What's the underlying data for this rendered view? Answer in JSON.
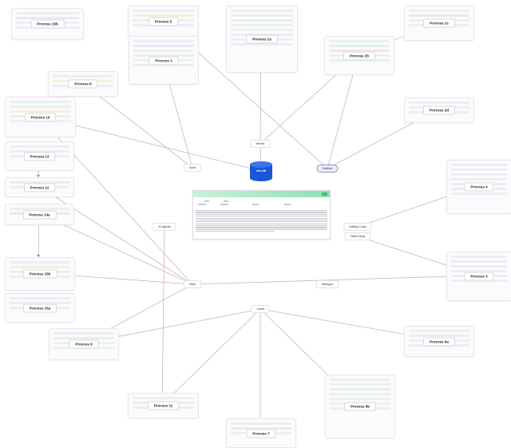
{
  "diagram": {
    "central_db_label": "env.db",
    "nodes": [
      {
        "id": "p15b",
        "label": "Process 15b"
      },
      {
        "id": "p5",
        "label": "Process 5"
      },
      {
        "id": "p1",
        "label": "Process 1"
      },
      {
        "id": "p2a",
        "label": "Process 2a"
      },
      {
        "id": "p2c",
        "label": "Process 2c"
      },
      {
        "id": "p2b",
        "label": "Process 2b"
      },
      {
        "id": "p2d",
        "label": "Process 2d"
      },
      {
        "id": "p8",
        "label": "Process 8"
      },
      {
        "id": "p10",
        "label": "Process 10"
      },
      {
        "id": "p13",
        "label": "Process 13"
      },
      {
        "id": "p12",
        "label": "Process 12"
      },
      {
        "id": "p14a",
        "label": "Process 14a"
      },
      {
        "id": "p15b2",
        "label": "Process 15b"
      },
      {
        "id": "p15a",
        "label": "Process 15a"
      },
      {
        "id": "p9",
        "label": "Process 9"
      },
      {
        "id": "p11",
        "label": "Process 11"
      },
      {
        "id": "p7",
        "label": "Process 7"
      },
      {
        "id": "p6b",
        "label": "Process 6b"
      },
      {
        "id": "p6a",
        "label": "Process 6a"
      },
      {
        "id": "p4",
        "label": "Process 4"
      },
      {
        "id": "p3",
        "label": "Process 3"
      }
    ],
    "edge_labels": [
      {
        "id": "vendor",
        "label": "Vendor",
        "pill": false
      },
      {
        "id": "audit",
        "label": "Audit",
        "pill": false
      },
      {
        "id": "seafloor",
        "label": "Seafloor",
        "pill": true
      },
      {
        "id": "ai",
        "label": "AI Agents",
        "pill": false
      },
      {
        "id": "adding",
        "label": "Adding Cutup",
        "pill": false
      },
      {
        "id": "select",
        "label": "Select Wrap",
        "pill": false
      },
      {
        "id": "hello",
        "label": "Hello",
        "pill": false
      },
      {
        "id": "workgen",
        "label": "Workgen",
        "pill": false
      },
      {
        "id": "credit",
        "label": "Credit",
        "pill": false
      }
    ],
    "colors": {
      "edge": "#c9b3c8",
      "db_fill": "#1a56d6",
      "report_accent": "#3bbf7a"
    }
  }
}
